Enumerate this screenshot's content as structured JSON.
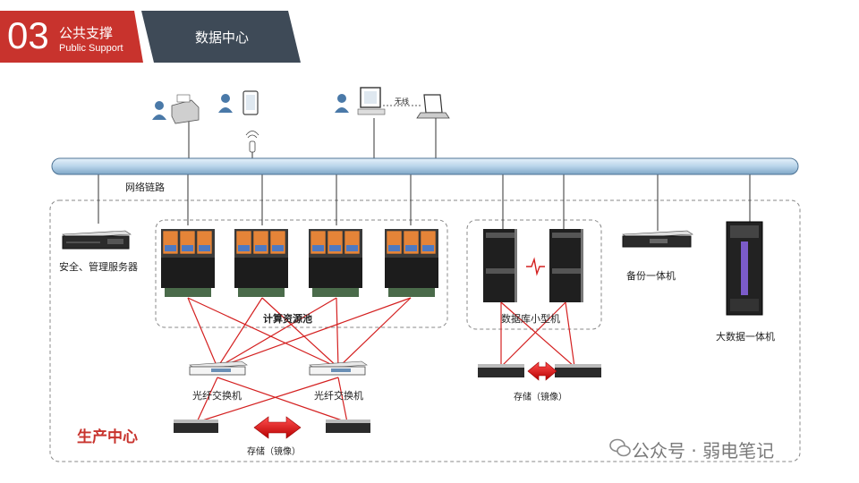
{
  "header": {
    "number": "03",
    "title_cn": "公共支撑",
    "title_en": "Public Support",
    "tab": "数据中心"
  },
  "diagram": {
    "network_label": "网络链路",
    "wireless_link_label": "无线",
    "security_server_label": "安全、管理服务器",
    "compute_pool_label": "计算资源池",
    "fc_switch_label_1": "光纤交换机",
    "fc_switch_label_2": "光纤交换机",
    "storage_mirror_label_1": "存储（镜像）",
    "db_minicomputer_label": "数据库小型机",
    "storage_mirror_label_2": "存储（镜像）",
    "backup_label": "备份一体机",
    "bigdata_label": "大数据一体机",
    "production_center_label": "生产中心"
  },
  "watermark": {
    "icon": "wechat-icon",
    "text": "公众号 · 弱电笔记"
  },
  "colors": {
    "brand_red": "#c8332d",
    "tab_dark": "#3e4a57",
    "link_red": "#d42020",
    "bus_blue": "#b8d4ea"
  }
}
